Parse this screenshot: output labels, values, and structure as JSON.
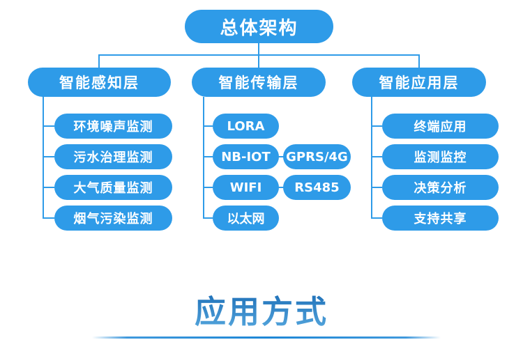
{
  "root": {
    "label": "总体架构"
  },
  "branches": [
    {
      "label": "智能感知层",
      "children": [
        "环境噪声监测",
        "污水治理监测",
        "大气质量监测",
        "烟气污染监测"
      ]
    },
    {
      "label": "智能传输层",
      "children": [
        "LORA",
        "NB-IOT",
        "WIFI",
        "以太网"
      ],
      "side_children": [
        "GPRS/4G",
        "RS485"
      ]
    },
    {
      "label": "智能应用层",
      "children": [
        "终端应用",
        "监测监控",
        "决策分析",
        "支持共享"
      ]
    }
  ],
  "section": {
    "title": "应用方式"
  },
  "colors": {
    "node_blue": "#2E9BE8",
    "line_blue": "#2E9BE8",
    "title_top": "#1B6DB6",
    "title_bottom": "#55A6DD",
    "divider_blue": "#1E87D6"
  }
}
